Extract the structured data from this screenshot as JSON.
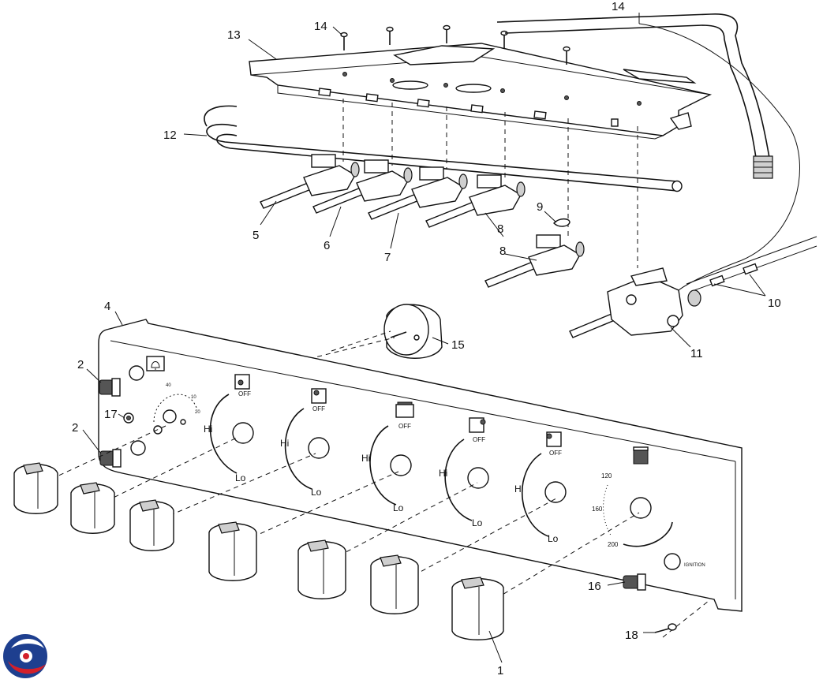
{
  "callouts": {
    "c1": "1",
    "c2a": "2",
    "c2b": "2",
    "c4": "4",
    "c5": "5",
    "c6": "6",
    "c7": "7",
    "c8a": "8",
    "c8b": "8",
    "c9": "9",
    "c10": "10",
    "c11": "11",
    "c12": "12",
    "c13": "13",
    "c14a": "14",
    "c14b": "14",
    "c15": "15",
    "c16": "16",
    "c17": "17",
    "c18": "18"
  },
  "panel_labels": {
    "off": "OFF",
    "hi": "Hi",
    "lo": "Lo",
    "temp_120": "120",
    "temp_160": "160",
    "temp_200": "200",
    "ignition": "IGNITION",
    "timer_40": "40",
    "timer_10": "10",
    "timer_20": "20"
  },
  "colors": {
    "line": "#111111",
    "logo_blue": "#1e3f8f",
    "logo_red": "#d3202a"
  },
  "icons": [
    "bell-icon",
    "grill-symbol-icon",
    "oven-symbol-icon",
    "brand-logo-icon"
  ]
}
